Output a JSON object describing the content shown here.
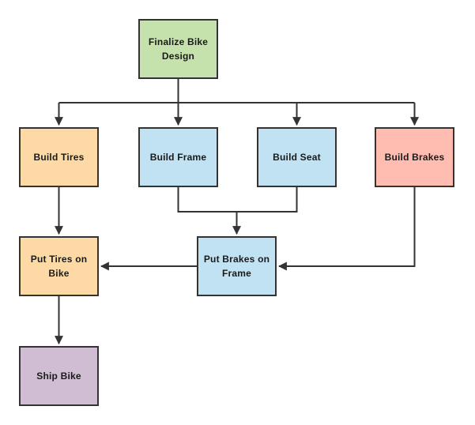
{
  "colors": {
    "background": "#ffffff",
    "node_border": "#333333",
    "connector": "#333333",
    "text": "#1a1a1a",
    "green": "#c5e2ad",
    "orange": "#fcd9a5",
    "blue": "#c0e2f3",
    "red": "#ffbdb2",
    "purple": "#d0bcd3"
  },
  "nodes": [
    {
      "id": "finalize-bike-design",
      "label": "Finalize Bike\nDesign",
      "fill": "#c5e2ad"
    },
    {
      "id": "build-tires",
      "label": "Build Tires",
      "fill": "#fcd9a5"
    },
    {
      "id": "build-frame",
      "label": "Build Frame",
      "fill": "#c0e2f3"
    },
    {
      "id": "build-seat",
      "label": "Build Seat",
      "fill": "#c0e2f3"
    },
    {
      "id": "build-brakes",
      "label": "Build Brakes",
      "fill": "#ffbdb2"
    },
    {
      "id": "put-tires-on-bike",
      "label": "Put Tires on\nBike",
      "fill": "#fcd9a5"
    },
    {
      "id": "put-brakes-on-frame",
      "label": "Put Brakes on\nFrame",
      "fill": "#c0e2f3"
    },
    {
      "id": "ship-bike",
      "label": "Ship Bike",
      "fill": "#d0bcd3"
    }
  ],
  "edges": [
    {
      "from": "Finalize Bike Design",
      "to": "Build Tires"
    },
    {
      "from": "Finalize Bike Design",
      "to": "Build Frame"
    },
    {
      "from": "Finalize Bike Design",
      "to": "Build Seat"
    },
    {
      "from": "Finalize Bike Design",
      "to": "Build Brakes"
    },
    {
      "from": "Build Tires",
      "to": "Put Tires on Bike"
    },
    {
      "from": "Build Frame",
      "to": "Put Brakes on Frame"
    },
    {
      "from": "Build Seat",
      "to": "Put Brakes on Frame"
    },
    {
      "from": "Build Brakes",
      "to": "Put Brakes on Frame"
    },
    {
      "from": "Put Brakes on Frame",
      "to": "Put Tires on Bike"
    },
    {
      "from": "Put Tires on Bike",
      "to": "Ship Bike"
    }
  ]
}
